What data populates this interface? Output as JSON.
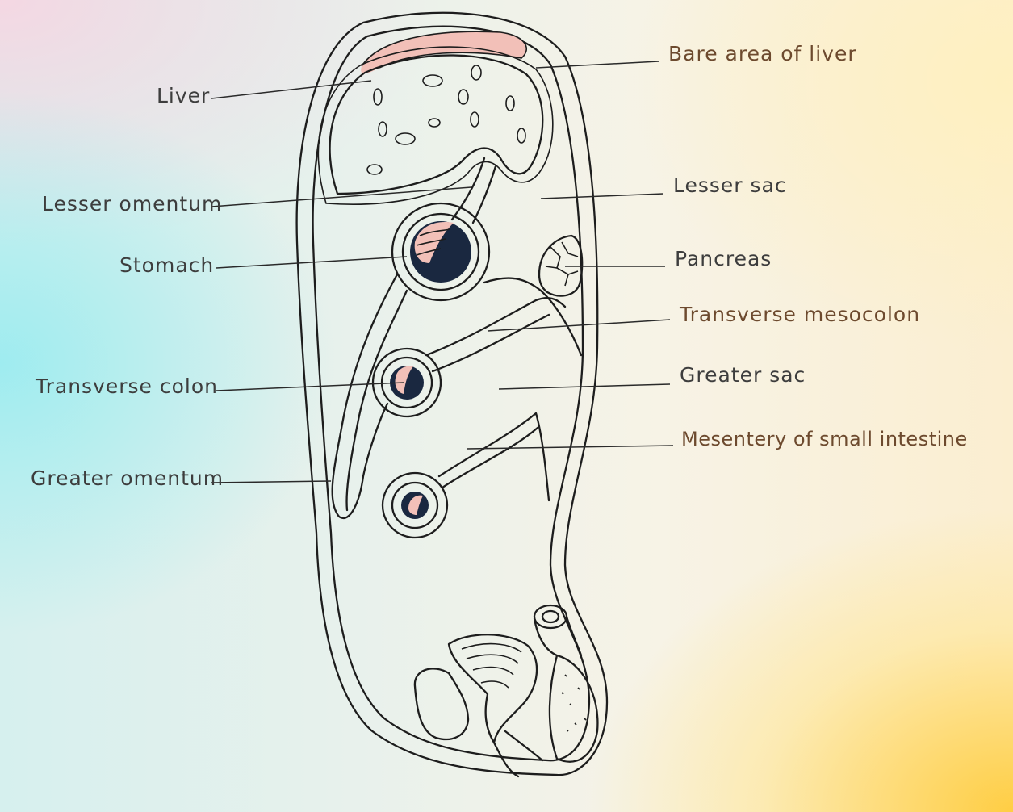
{
  "labels": {
    "liver": "Liver",
    "bare_area_of_liver": "Bare area of liver",
    "lesser_omentum": "Lesser omentum",
    "lesser_sac": "Lesser sac",
    "stomach": "Stomach",
    "pancreas": "Pancreas",
    "transverse_mesocolon": "Transverse mesocolon",
    "transverse_colon": "Transverse colon",
    "greater_sac": "Greater sac",
    "greater_omentum": "Greater omentum",
    "mesentery_of_small_intestine": "Mesentery of small intestine"
  }
}
